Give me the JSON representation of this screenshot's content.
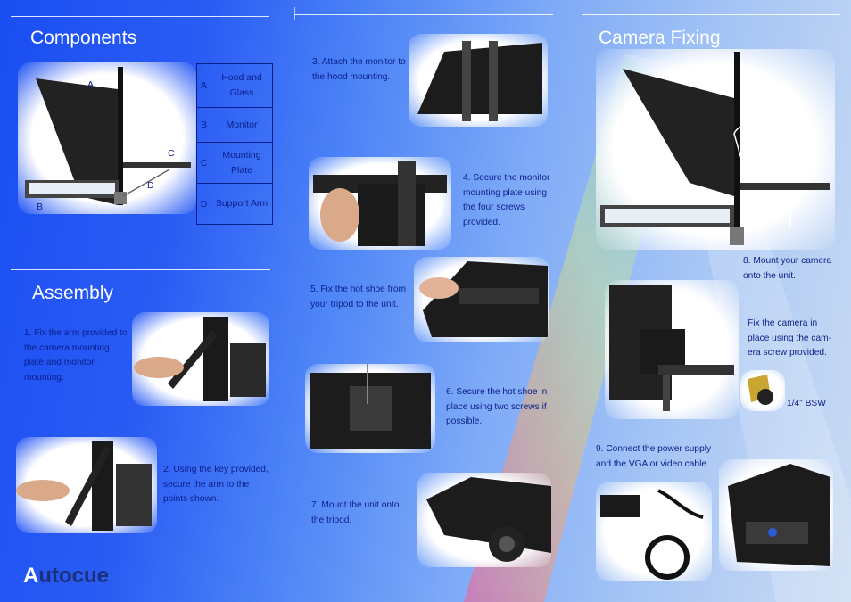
{
  "headings": {
    "components": "Components",
    "assembly": "Assembly",
    "camera_fixing": "Camera Fixing"
  },
  "components_table": [
    {
      "letter": "A",
      "name": "Hood and Glass"
    },
    {
      "letter": "B",
      "name": "Monitor"
    },
    {
      "letter": "C",
      "name": "Mounting Plate"
    },
    {
      "letter": "D",
      "name": "Support Arm"
    }
  ],
  "diagram_labels": {
    "a": "A",
    "b": "B",
    "c": "C",
    "d": "D"
  },
  "steps": {
    "s1": "1.  Fix the arm provided to the camera mounting plate and monitor mounting.",
    "s2": "2. Using the key provided, secure the arm to the points shown.",
    "s3": "3. Attach the monitor to the hood mounting.",
    "s4": "4. Secure the monitor mounting plate using the four screws provided.",
    "s5": "5. Fix the hot shoe from your tripod to the unit.",
    "s6": "6. Secure the hot shoe in place using two screws if possible.",
    "s7": "7. Mount the unit onto the tripod.",
    "s8": "8. Mount your camera onto the unit.",
    "s8b": "Fix the camera in place using the cam- era screw provided.",
    "screw_label": "1/4\" BSW",
    "s9": "9. Connect the power supply and the VGA or video cable."
  },
  "brand": {
    "logo_text": "utocue",
    "logo_initial": "A",
    "unit_label": "Autocue"
  },
  "colors": {
    "text": "#0b1f8a",
    "heading": "#ffffff",
    "rule": "#ffffff"
  }
}
